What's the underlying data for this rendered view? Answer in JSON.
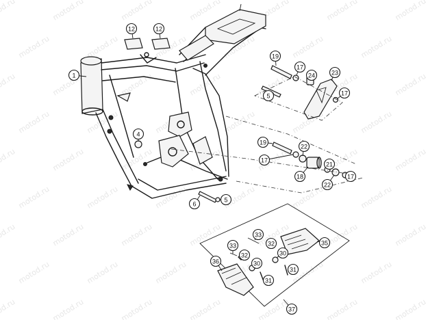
{
  "watermark": "motod.ru",
  "callouts": [
    {
      "id": "c1",
      "label": "1"
    },
    {
      "id": "c4",
      "label": "4"
    },
    {
      "id": "c5a",
      "label": "5"
    },
    {
      "id": "c5b",
      "label": "5"
    },
    {
      "id": "c6",
      "label": "6"
    },
    {
      "id": "c12a",
      "label": "12"
    },
    {
      "id": "c12b",
      "label": "12"
    },
    {
      "id": "c17a",
      "label": "17"
    },
    {
      "id": "c17b",
      "label": "17"
    },
    {
      "id": "c17c",
      "label": "17"
    },
    {
      "id": "c17d",
      "label": "17"
    },
    {
      "id": "c18",
      "label": "18"
    },
    {
      "id": "c19a",
      "label": "19"
    },
    {
      "id": "c19b",
      "label": "19"
    },
    {
      "id": "c21",
      "label": "21"
    },
    {
      "id": "c22a",
      "label": "22"
    },
    {
      "id": "c22b",
      "label": "22"
    },
    {
      "id": "c23",
      "label": "23"
    },
    {
      "id": "c24",
      "label": "24"
    },
    {
      "id": "c30a",
      "label": "30"
    },
    {
      "id": "c30b",
      "label": "30"
    },
    {
      "id": "c31a",
      "label": "31"
    },
    {
      "id": "c31b",
      "label": "31"
    },
    {
      "id": "c32a",
      "label": "32"
    },
    {
      "id": "c32b",
      "label": "32"
    },
    {
      "id": "c33a",
      "label": "33"
    },
    {
      "id": "c33b",
      "label": "33"
    },
    {
      "id": "c35",
      "label": "35"
    },
    {
      "id": "c36",
      "label": "36"
    },
    {
      "id": "c37",
      "label": "37"
    }
  ]
}
